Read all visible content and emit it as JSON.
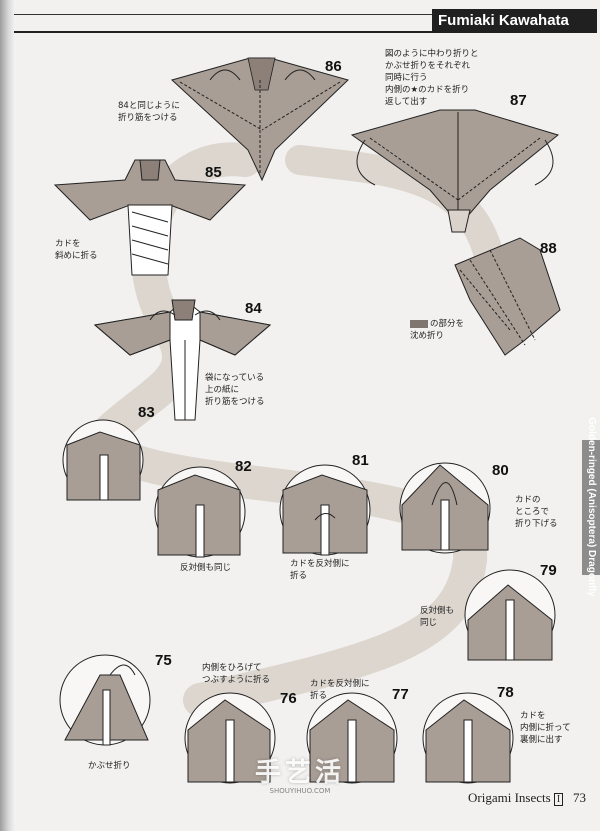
{
  "header": {
    "author": "Fumiaki Kawahata"
  },
  "side_tab": {
    "label": "Golden-ringed (Anisoptera) Dragonfly"
  },
  "steps": [
    {
      "num": "86",
      "caption": [
        "84と同じように",
        "折り筋をつける"
      ]
    },
    {
      "num": "87",
      "caption": [
        "図のように中わり折りと",
        "かぶせ折りをそれぞれ",
        "同時に行う",
        "内側の★のカドを折り",
        "返して出す"
      ]
    },
    {
      "num": "85",
      "caption": [
        "カドを",
        "斜めに折る"
      ]
    },
    {
      "num": "88",
      "caption": [
        "の部分を",
        "沈め折り"
      ]
    },
    {
      "num": "84",
      "caption": [
        "袋になっている",
        "上の紙に",
        "折り筋をつける"
      ]
    },
    {
      "num": "83",
      "caption": []
    },
    {
      "num": "82",
      "caption": [
        "反対側も同じ"
      ]
    },
    {
      "num": "81",
      "caption": [
        "カドを反対側に",
        "折る"
      ]
    },
    {
      "num": "80",
      "caption": [
        "カドの",
        "ところで",
        "折り下げる"
      ]
    },
    {
      "num": "79",
      "caption": [
        "反対側も",
        "同じ"
      ]
    },
    {
      "num": "75",
      "caption": [
        "かぶせ折り"
      ]
    },
    {
      "num": "76",
      "caption": [
        "内側をひろげて",
        "つぶすように折る"
      ]
    },
    {
      "num": "77",
      "caption": [
        "カドを反対側に",
        "折る"
      ]
    },
    {
      "num": "78",
      "caption": [
        "カドを",
        "内側に折って",
        "裏側に出す"
      ]
    }
  ],
  "footer": {
    "book": "Origami Insects",
    "volume": "I",
    "page": "73"
  },
  "watermark": {
    "logo": "手艺活",
    "url": "SHOUYIHUO.COM"
  }
}
